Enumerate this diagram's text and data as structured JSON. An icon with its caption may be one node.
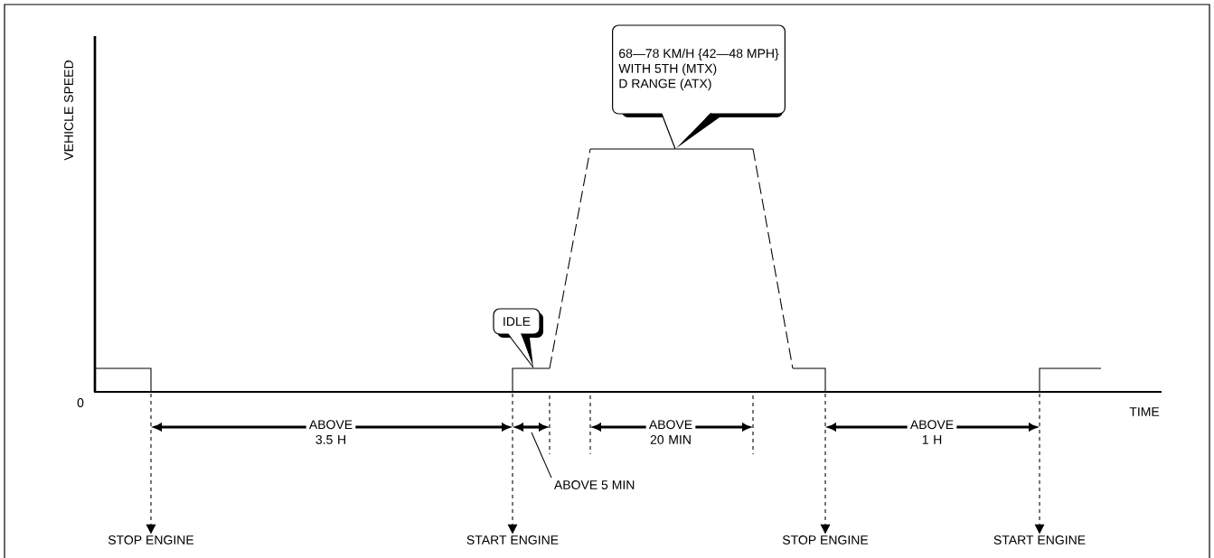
{
  "diagram": {
    "nodes": [
      {
        "text": [
          "68—78 KM/H {42—48 MPH}",
          "WITH 5TH (MTX)",
          "D RANGE (ATX)"
        ]
      },
      {
        "text": [
          "IDLE"
        ]
      },
      {
        "text": [
          "STOP ENGINE"
        ]
      },
      {
        "text": [
          "START ENGINE"
        ]
      },
      {
        "text": [
          "STOP ENGINE"
        ]
      },
      {
        "text": [
          "START ENGINE"
        ]
      },
      {
        "text": [
          "ABOVE 5 MIN"
        ]
      }
    ],
    "edges": [
      {
        "from": null,
        "to": 2,
        "arrow": "to",
        "style": "dashed"
      },
      {
        "from": null,
        "to": 3,
        "arrow": "to",
        "style": "dashed"
      },
      {
        "from": null,
        "to": 4,
        "arrow": "to",
        "style": "dashed"
      },
      {
        "from": null,
        "to": 5,
        "arrow": "to",
        "style": "dashed"
      },
      {
        "from": 6,
        "to": null,
        "arrow": "none"
      }
    ],
    "labels": [
      "VEHICLE SPEED",
      "0",
      "TIME",
      "ABOVE 3.5 H",
      "ABOVE 20 MIN",
      "ABOVE 1 H"
    ]
  }
}
